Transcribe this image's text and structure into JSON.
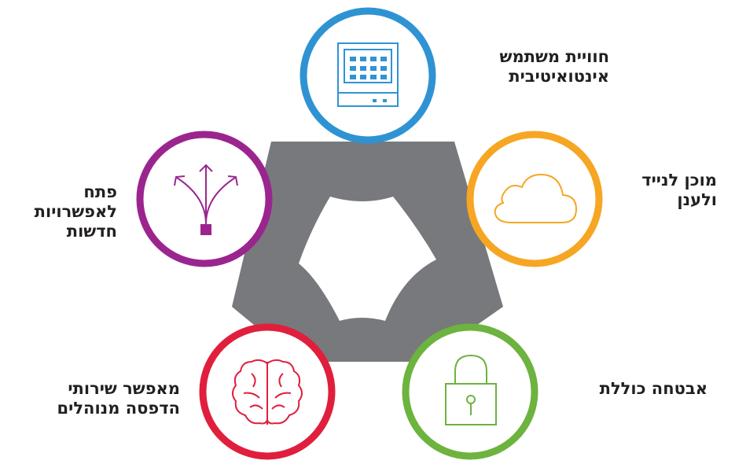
{
  "features": [
    {
      "id": "intuitive",
      "icon": "keyboard-screen-icon",
      "color": "#2f93d3",
      "lines": [
        "חוויית משתמש",
        "אינטואיטיבית"
      ]
    },
    {
      "id": "mobile-cloud",
      "icon": "cloud-icon",
      "color": "#f6a623",
      "lines": [
        "מוכן לנייד",
        "ולענן"
      ]
    },
    {
      "id": "security",
      "icon": "padlock-icon",
      "color": "#6db33f",
      "lines": [
        "אבטחה כוללת"
      ]
    },
    {
      "id": "managed-print",
      "icon": "brain-icon",
      "color": "#e01f3d",
      "lines": [
        "מאפשר שירותי",
        "הדפסה מנוהלים"
      ]
    },
    {
      "id": "new-options",
      "icon": "branching-arrows-icon",
      "color": "#9b258f",
      "lines": [
        "פתח",
        "לאפשרויות",
        "חדשות"
      ]
    }
  ],
  "hub_color": "#78797c"
}
